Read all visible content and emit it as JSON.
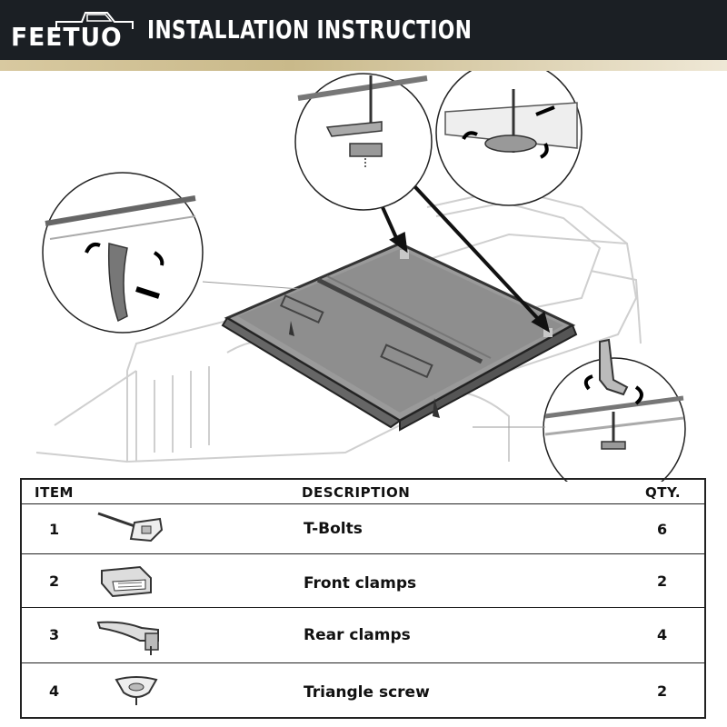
{
  "header": {
    "brand": "FEETUO",
    "title": "INSTALLATION INSTRUCTION"
  },
  "table": {
    "columns": [
      "ITEM",
      "DESCRIPTION",
      "QTY."
    ],
    "rows": [
      {
        "item": "1",
        "icon": "t-bolt-icon",
        "description": "T-Bolts",
        "qty": "6"
      },
      {
        "item": "2",
        "icon": "front-clamp-icon",
        "description": "Front clamps",
        "qty": "2"
      },
      {
        "item": "3",
        "icon": "rear-clamp-icon",
        "description": "Rear clamps",
        "qty": "4"
      },
      {
        "item": "4",
        "icon": "triangle-screw-icon",
        "description": "Triangle screw",
        "qty": "2"
      }
    ]
  },
  "colors": {
    "header_bg": "#1b1f24",
    "accent_band": "#d8c9a0",
    "cover": "#8a8a8a"
  }
}
